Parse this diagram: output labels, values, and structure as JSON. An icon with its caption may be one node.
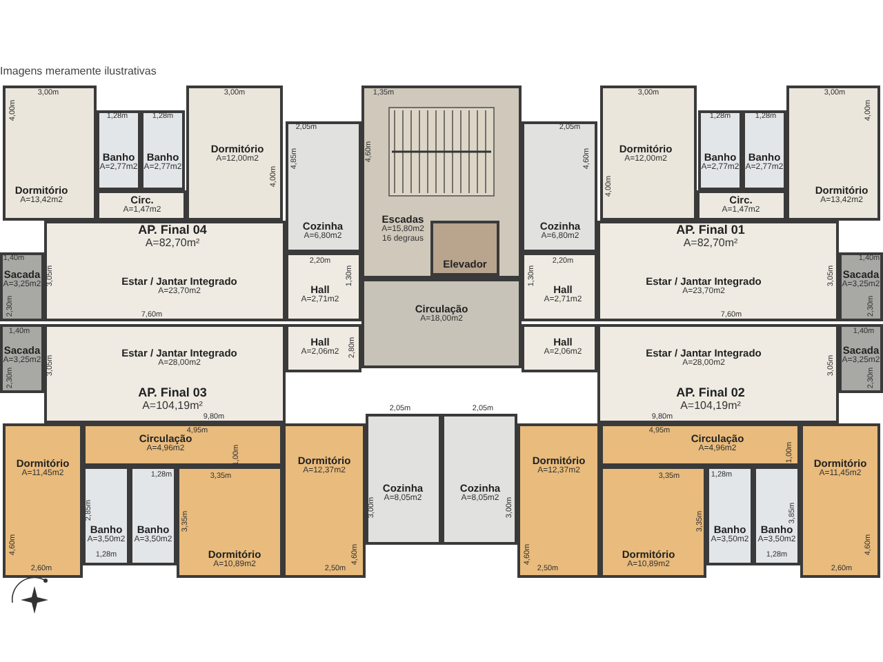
{
  "diagram": {
    "nodes": [
      {
        "text": [
          "Dormitório",
          "A=13,42m2"
        ]
      },
      {
        "text": [
          "Banho",
          "A=2,77m2"
        ]
      },
      {
        "text": [
          "Banho",
          "A=2,77m2"
        ]
      },
      {
        "text": [
          "Dormitório",
          "A=12,00m2"
        ]
      },
      {
        "text": [
          "Circ.",
          "A=1,47m2"
        ]
      },
      {
        "text": [
          "Cozinha",
          "A=6,80m2"
        ]
      },
      {
        "text": [
          "Escadas",
          "A=15,80m2",
          "16 degraus"
        ]
      },
      {
        "text": [
          "Elevador"
        ],
        "in": 6
      },
      {
        "text": [
          "Sacada",
          "A=3,25m2"
        ]
      },
      {
        "text": [
          "AP. Final 04",
          "A=82,70m²",
          "Estar / Jantar Integrado",
          "A=23,70m2"
        ]
      },
      {
        "text": [
          "Hall",
          "A=2,71m2"
        ]
      },
      {
        "text": [
          "Sacada",
          "A=3,25m2"
        ]
      },
      {
        "text": [
          "Estar / Jantar Integrado",
          "A=28,00m2",
          "AP. Final 03",
          "A=104,19m²"
        ]
      },
      {
        "text": [
          "Hall",
          "A=2,06m2"
        ]
      },
      {
        "text": [
          "Circulação",
          "A=18,00m2"
        ]
      },
      {
        "text": [
          "Dormitório",
          "A=12,00m2"
        ]
      },
      {
        "text": [
          "Banho",
          "A=2,77m2"
        ]
      },
      {
        "text": [
          "Banho",
          "A=2,77m2"
        ]
      },
      {
        "text": [
          "Dormitório",
          "A=13,42m2"
        ]
      },
      {
        "text": [
          "Circ.",
          "A=1,47m2"
        ]
      },
      {
        "text": [
          "Cozinha",
          "A=6,80m2"
        ]
      },
      {
        "text": [
          "Hall",
          "A=2,71m2"
        ]
      },
      {
        "text": [
          "AP. Final 01",
          "A=82,70m²",
          "Estar / Jantar Integrado",
          "A=23,70m2"
        ]
      },
      {
        "text": [
          "Sacada",
          "A=3,25m2"
        ]
      },
      {
        "text": [
          "Hall",
          "A=2,06m2"
        ]
      },
      {
        "text": [
          "Estar / Jantar Integrado",
          "A=28,00m2",
          "AP. Final 02",
          "A=104,19m²"
        ]
      },
      {
        "text": [
          "Sacada",
          "A=3,25m2"
        ]
      },
      {
        "text": [
          "Circulação",
          "A=4,96m2"
        ]
      },
      {
        "text": [
          "Dormitório",
          "A=11,45m2"
        ]
      },
      {
        "text": [
          "Dormitório",
          "A=12,37m2"
        ]
      },
      {
        "text": [
          "Banho",
          "A=3,50m2"
        ]
      },
      {
        "text": [
          "Banho",
          "A=3,50m2"
        ]
      },
      {
        "text": [
          "Dormitório",
          "A=10,89m2"
        ]
      },
      {
        "text": [
          "Cozinha",
          "A=8,05m2"
        ]
      },
      {
        "text": [
          "Cozinha",
          "A=8,05m2"
        ]
      },
      {
        "text": [
          "Circulação",
          "A=4,96m2"
        ]
      },
      {
        "text": [
          "Dormitório",
          "A=12,37m2"
        ]
      },
      {
        "text": [
          "Dormitório",
          "A=10,89m2"
        ]
      },
      {
        "text": [
          "Banho",
          "A=3,50m2"
        ]
      },
      {
        "text": [
          "Banho",
          "A=3,50m2"
        ]
      },
      {
        "text": [
          "Dormitório",
          "A=11,45m2"
        ]
      }
    ],
    "labels": [
      "Imagens meramente ilustrativas",
      "3,00m",
      "4,00m",
      "1,28m",
      "1,28m",
      "3,00m",
      "4,00m",
      "2,05m",
      "4,85m",
      "1,35m",
      "4,60m",
      "3,00m",
      "4,00m",
      "1,28m",
      "1,28m",
      "3,00m",
      "4,00m",
      "2,05m",
      "4,60m",
      "1,40m",
      "3,05m",
      "2,30m",
      "7,60m",
      "2,20m",
      "1,30m",
      "1,40m",
      "3,05m",
      "2,30m",
      "2,80m",
      "9,80m",
      "2,05m",
      "2,20m",
      "1,30m",
      "7,60m",
      "1,40m",
      "3,05m",
      "2,30m",
      "1,40m",
      "2,30m",
      "3,05m",
      "9,80m",
      "2,05m",
      "4,95m",
      "1,00m",
      "1,28m",
      "3,35m",
      "2,85m",
      "1,28m",
      "2,60m",
      "4,60m",
      "3,35m",
      "2,50m",
      "4,60m",
      "3,00m",
      "4,95m",
      "1,00m",
      "3,35m",
      "1,28m",
      "3,85m",
      "1,28m",
      "2,60m",
      "4,60m",
      "3,35m",
      "2,50m",
      "4,60m",
      "3,00m"
    ]
  }
}
